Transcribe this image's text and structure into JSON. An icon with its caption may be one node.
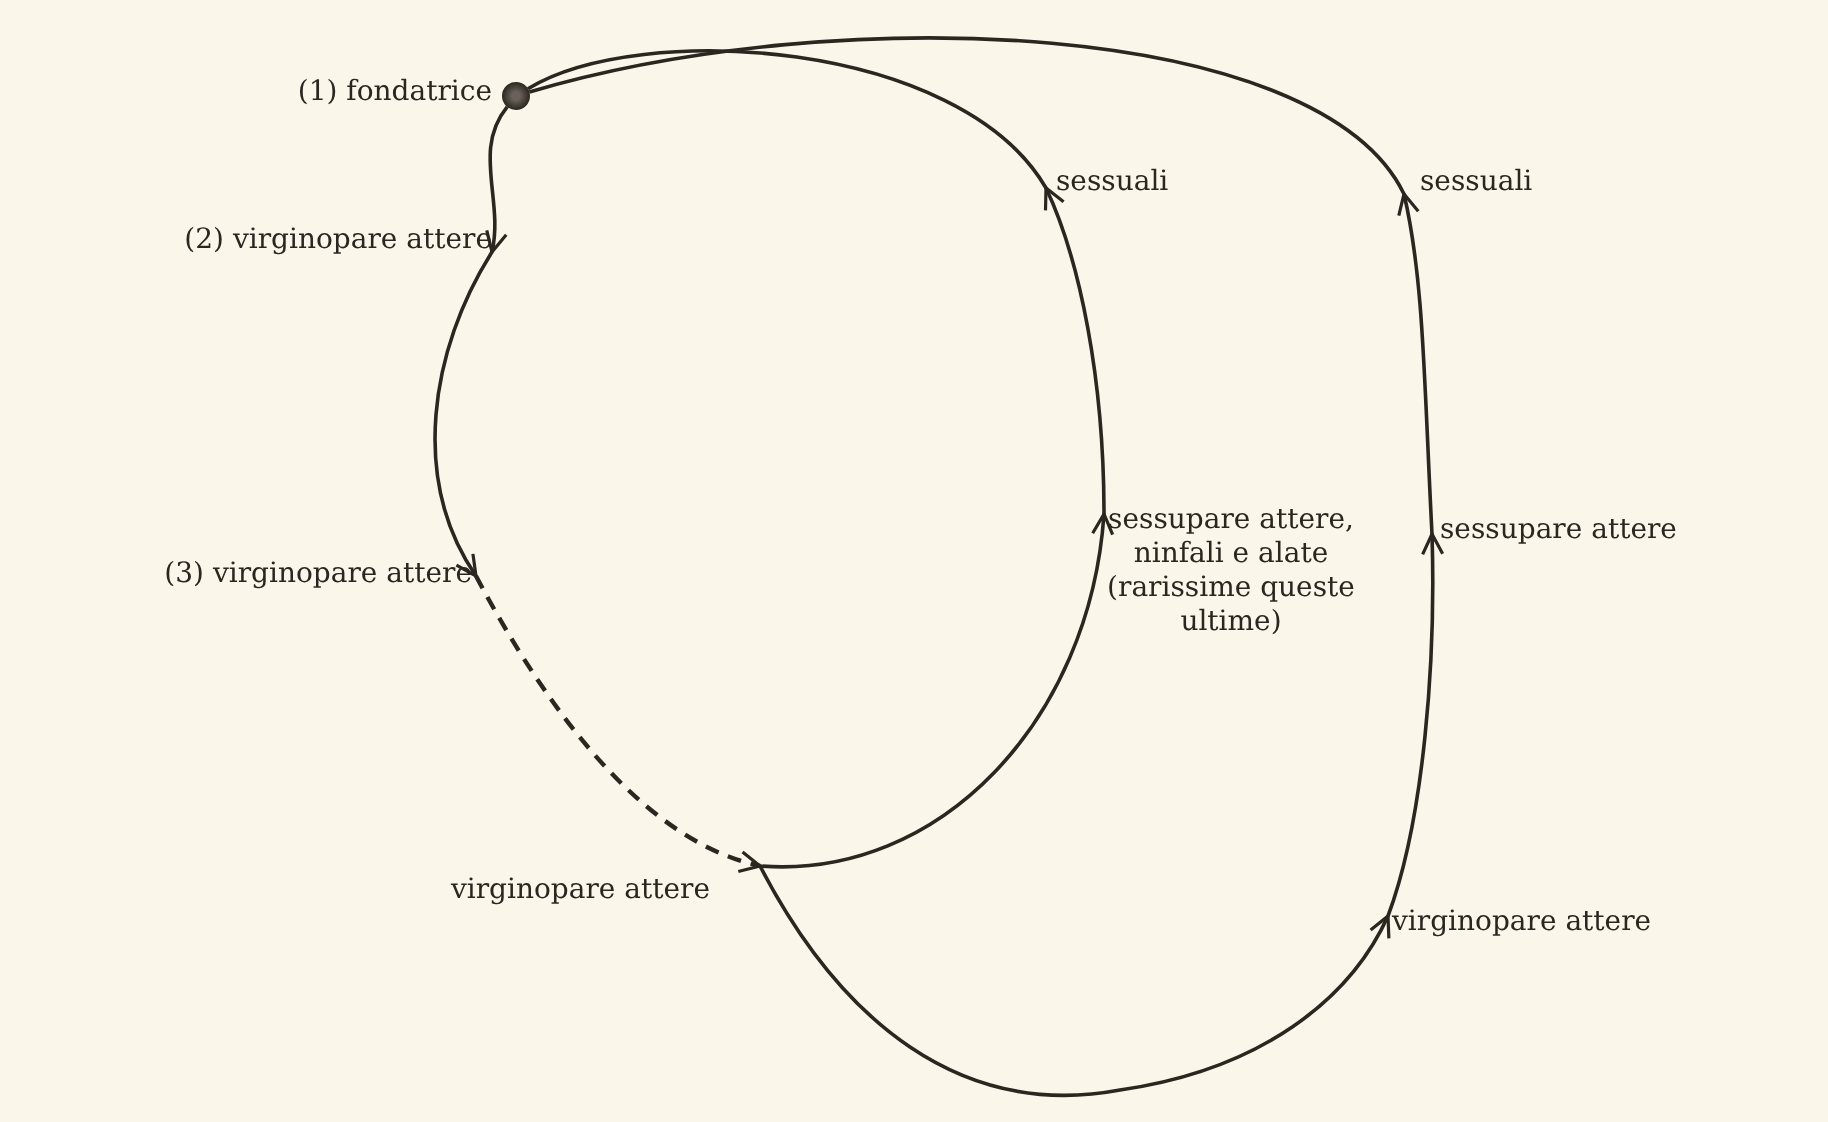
{
  "diagram": {
    "nodes": [
      {
        "text": [],
        "shape": "circle",
        "beside": [
          "(1) fondatrice"
        ]
      },
      {
        "text": [
          "(2) virginopare attere"
        ]
      },
      {
        "text": [
          "(3) virginopare attere"
        ]
      },
      {
        "text": [
          "virginopare attere"
        ]
      },
      {
        "text": [
          "sessupare attere, ninfali e alate",
          "(rarissime queste ultime)"
        ]
      },
      {
        "text": [
          "sessuali"
        ]
      },
      {
        "text": [
          "virginopare attere"
        ]
      },
      {
        "text": [
          "sessupare attere"
        ]
      },
      {
        "text": [
          "sessuali"
        ]
      }
    ],
    "edges": [
      {
        "from": 0,
        "to": 1,
        "arrow": "to"
      },
      {
        "from": 1,
        "to": 2,
        "arrow": "to"
      },
      {
        "from": 2,
        "to": 3,
        "arrow": "to",
        "style": "dashed"
      },
      {
        "from": 3,
        "to": 4,
        "arrow": "to"
      },
      {
        "from": 4,
        "to": 5,
        "arrow": "to"
      },
      {
        "from": 5,
        "to": 0,
        "arrow": "none"
      },
      {
        "from": 3,
        "to": 6,
        "arrow": "to"
      },
      {
        "from": 6,
        "to": 7,
        "arrow": "to"
      },
      {
        "from": 7,
        "to": 8,
        "arrow": "to"
      },
      {
        "from": 8,
        "to": 0,
        "arrow": "none"
      }
    ]
  }
}
